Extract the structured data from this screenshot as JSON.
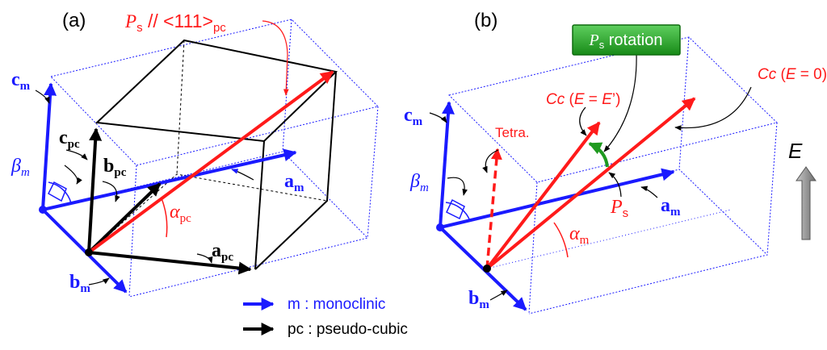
{
  "panel_a": {
    "label": "(a)",
    "ps_note": {
      "p": "P",
      "s": "s",
      "rest": " // <111>",
      "sub": "pc"
    },
    "c_m": {
      "main": "c",
      "sub": "m"
    },
    "c_pc": {
      "main": "c",
      "sub": "pc"
    },
    "b_pc": {
      "main": "b",
      "sub": "pc"
    },
    "a_m": {
      "main": "a",
      "sub": "m"
    },
    "a_pc": {
      "main": "a",
      "sub": "pc"
    },
    "b_m": {
      "main": "b",
      "sub": "m"
    },
    "beta_m": {
      "main": "β",
      "sub": "m"
    },
    "alpha_pc": {
      "main": "α",
      "sub": "pc"
    }
  },
  "panel_b": {
    "label": "(b)",
    "rotation_box": {
      "p": "P",
      "s": "s",
      "rest": " rotation",
      "fill": "#1f9a1f"
    },
    "cc_e0": {
      "cc": "Cc",
      "open": " (",
      "e": "E",
      "rest": " = 0)"
    },
    "cc_ee": {
      "cc": "Cc",
      "open": " (",
      "e": "E",
      "mid": " = ",
      "e2": "E",
      "close": "’)"
    },
    "tetra": "Tetra.",
    "c_m": {
      "main": "c",
      "sub": "m"
    },
    "a_m": {
      "main": "a",
      "sub": "m"
    },
    "b_m": {
      "main": "b",
      "sub": "m"
    },
    "beta_m": {
      "main": "β",
      "sub": "m"
    },
    "alpha_m": {
      "main": "α",
      "sub": "m"
    },
    "ps": {
      "p": "P",
      "s": "s"
    },
    "field": "E"
  },
  "legend": {
    "monoclinic": "m : monoclinic",
    "pseudo_cubic": "pc : pseudo-cubic"
  },
  "colors": {
    "monoclinic": "#1a1aff",
    "pseudo_cubic": "#000000",
    "polarization": "#ff1a1a",
    "rotation": "#1f9a1f",
    "field_arrow": "#a0a0a0"
  }
}
